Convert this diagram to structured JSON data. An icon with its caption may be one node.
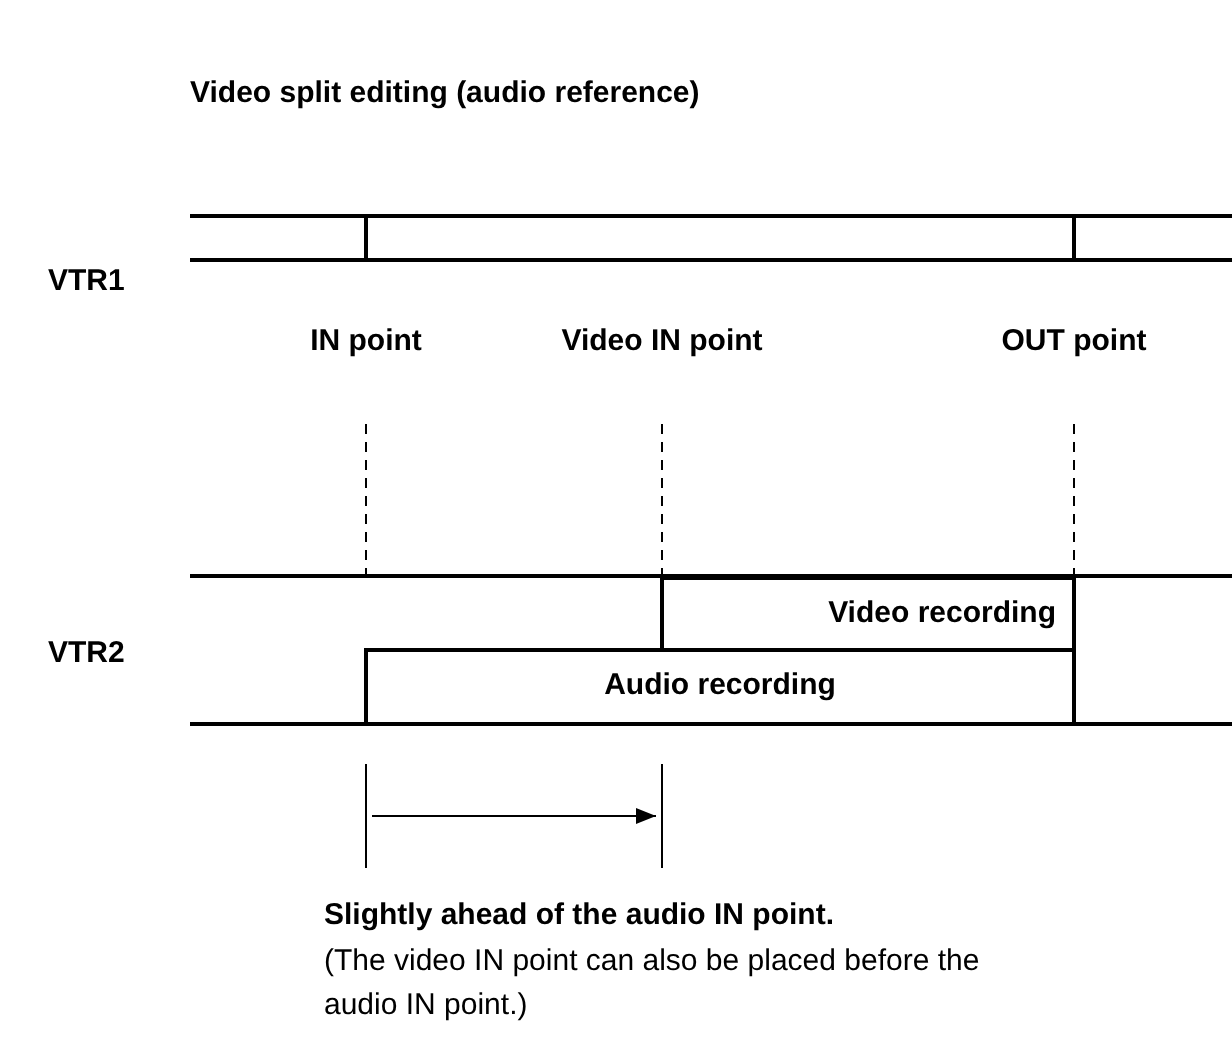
{
  "diagram": {
    "title": "Video split editing (audio reference)",
    "nodes": [
      {
        "text": [
          "Video recording"
        ]
      },
      {
        "text": [
          "Audio recording"
        ]
      }
    ],
    "labels": [
      "VTR1",
      "IN point",
      "Video IN point",
      "OUT point",
      "VTR2",
      "Slightly ahead of the audio IN point.",
      "(The video IN point can also be placed before the audio IN point.)"
    ]
  }
}
